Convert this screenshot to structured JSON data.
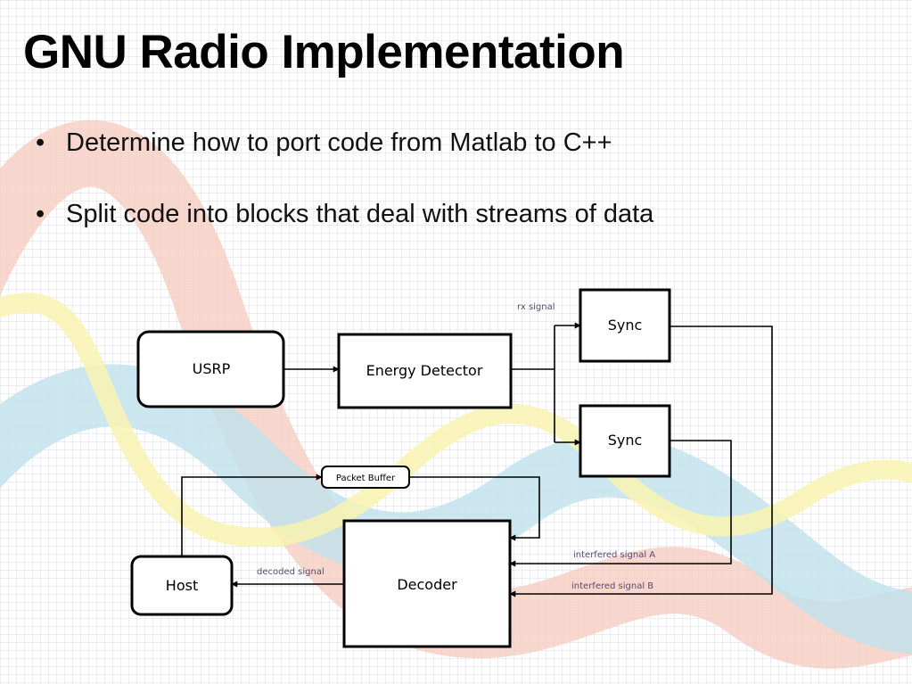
{
  "slide": {
    "title": "GNU Radio Implementation",
    "bullets": [
      "Determine how to port code from Matlab to C++",
      "Split code into blocks that deal with streams of data"
    ]
  },
  "diagram": {
    "blocks": {
      "usrp": "USRP",
      "energy_detector": "Energy Detector",
      "sync_top": "Sync",
      "sync_bottom": "Sync",
      "packet_buffer": "Packet Buffer",
      "decoder": "Decoder",
      "host": "Host"
    },
    "edge_labels": {
      "rx_signal": "rx signal",
      "interfered_a": "interfered signal A",
      "interfered_b": "interfered signal B",
      "decoded_signal": "decoded signal"
    }
  }
}
